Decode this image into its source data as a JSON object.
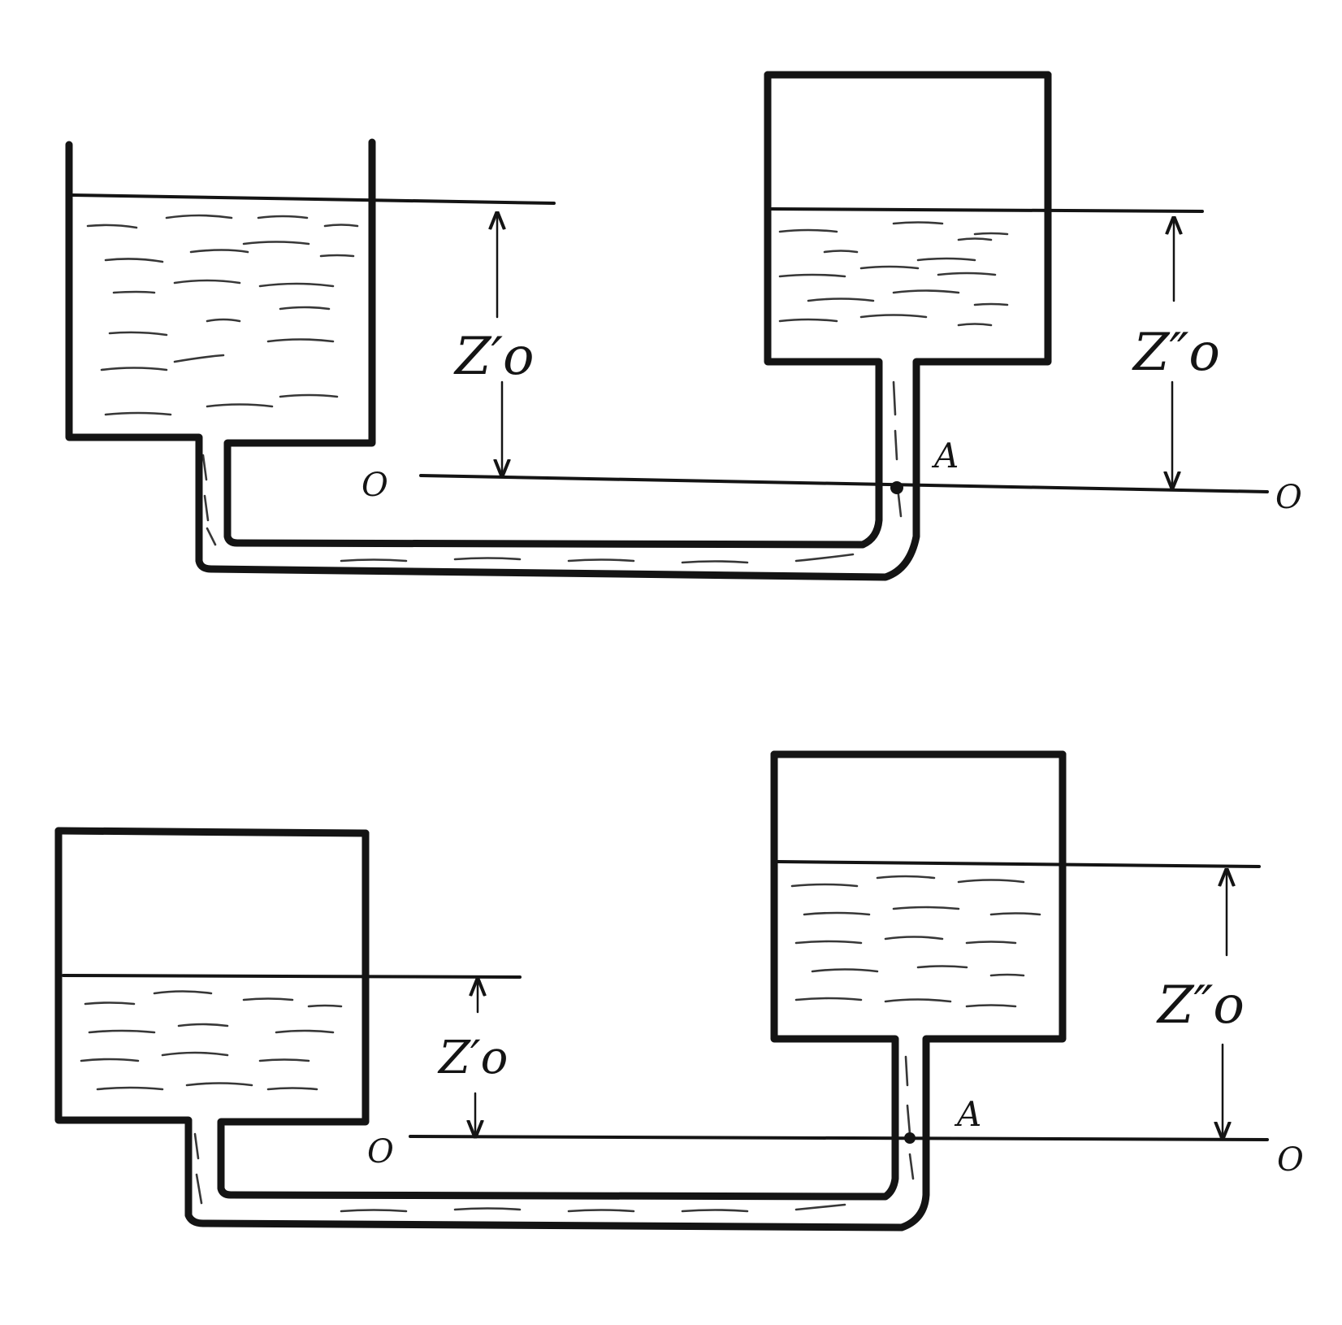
{
  "colors": {
    "ink": "#141414",
    "paper": "#ffffff"
  },
  "figure_top": {
    "left_head_label": "Z′o",
    "right_head_label": "Z″o",
    "point_label": "A",
    "datum_left_label": "O",
    "datum_right_label": "O"
  },
  "figure_bottom": {
    "left_head_label": "Z′o",
    "right_head_label": "Z″o",
    "point_label": "A",
    "datum_left_label": "O",
    "datum_right_label": "O"
  }
}
